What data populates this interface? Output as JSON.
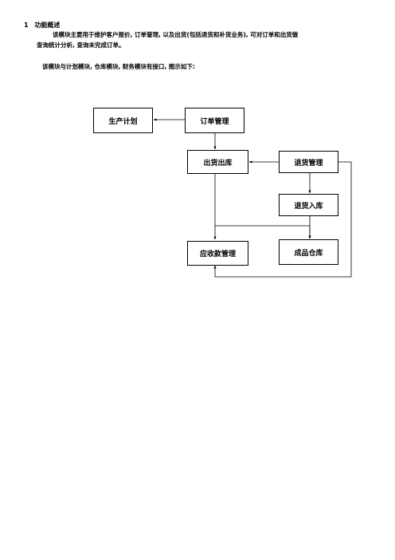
{
  "section": {
    "number": "1",
    "title": "功能概述"
  },
  "paragraphs": [
    "该模块主要用于维护客户报价, 订单管理, 以及出货(包括退货和补货业务), 可对订单和出货做",
    "查询统计分析, 查询未完成订单。",
    "该模块与计划模块, 仓库模块, 财务模块有接口, 图示如下:"
  ],
  "diagram": {
    "nodes": {
      "production_plan": "生产计划",
      "order_mgmt": "订单管理",
      "shipping": "出货出库",
      "return_mgmt": "退货管理",
      "return_in": "退货入库",
      "receivable": "应收款管理",
      "finished_goods": "成品仓库"
    }
  }
}
